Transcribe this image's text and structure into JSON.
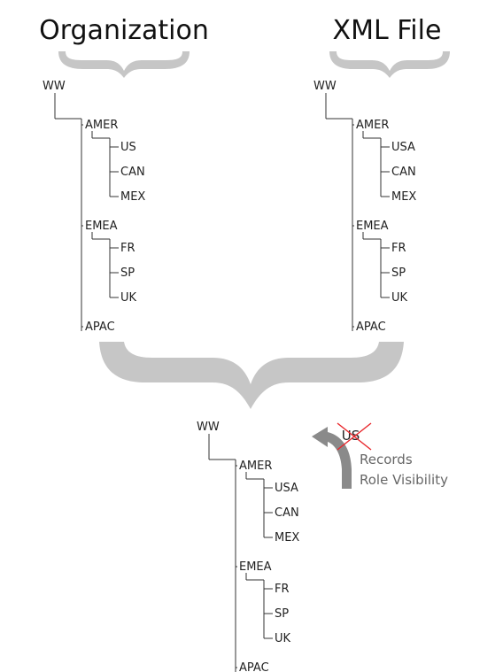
{
  "titles": {
    "organization": "Organization",
    "xml_file": "XML File"
  },
  "org_tree": {
    "root": "WW",
    "regions": [
      {
        "name": "AMER",
        "children": [
          "US",
          "CAN",
          "MEX"
        ]
      },
      {
        "name": "EMEA",
        "children": [
          "FR",
          "SP",
          "UK"
        ]
      },
      {
        "name": "APAC",
        "children": []
      }
    ]
  },
  "xml_tree": {
    "root": "WW",
    "regions": [
      {
        "name": "AMER",
        "children": [
          "USA",
          "CAN",
          "MEX"
        ]
      },
      {
        "name": "EMEA",
        "children": [
          "FR",
          "SP",
          "UK"
        ]
      },
      {
        "name": "APAC",
        "children": []
      }
    ]
  },
  "merged_tree": {
    "root": "WW",
    "regions": [
      {
        "name": "AMER",
        "children": [
          "USA",
          "CAN",
          "MEX"
        ]
      },
      {
        "name": "EMEA",
        "children": [
          "FR",
          "SP",
          "UK"
        ]
      },
      {
        "name": "APAC",
        "children": []
      }
    ],
    "highlight": "USA"
  },
  "annotation": {
    "crossed_label": "US",
    "note_line1": "Records",
    "note_line2": "Role Visibility"
  },
  "colors": {
    "highlight": "#e8262b",
    "cross": "#e8262b",
    "brace": "#c6c6c6",
    "arrow": "#8a8a8a",
    "note": "#666666"
  }
}
